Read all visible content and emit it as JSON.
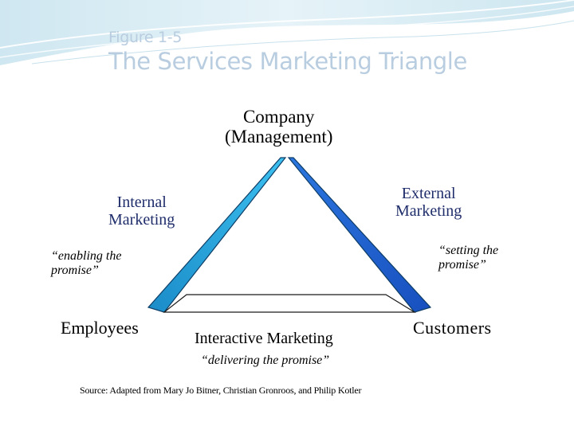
{
  "header": {
    "figure_label": "Figure 1-5",
    "title": "The Services Marketing Triangle"
  },
  "diagram": {
    "company": {
      "line1": "Company",
      "line2": "(Management)"
    },
    "internal": {
      "line1": "Internal",
      "line2": "Marketing",
      "tagline1": "“enabling the",
      "tagline2": "promise”"
    },
    "external": {
      "line1": "External",
      "line2": "Marketing",
      "tagline1": "“setting the",
      "tagline2": "promise”"
    },
    "employees": "Employees",
    "customers": "Customers",
    "interactive": {
      "label": "Interactive Marketing",
      "tagline": "“delivering the promise”"
    }
  },
  "source": "Source:  Adapted from Mary Jo Bitner, Christian Gronroos, and Philip Kotler",
  "colors": {
    "left_side": "#28a7e3",
    "right_side": "#1c5fd0",
    "bottom_side": "#ffffff",
    "title": "#b9cde0",
    "label_blue": "#1f2d6b"
  }
}
